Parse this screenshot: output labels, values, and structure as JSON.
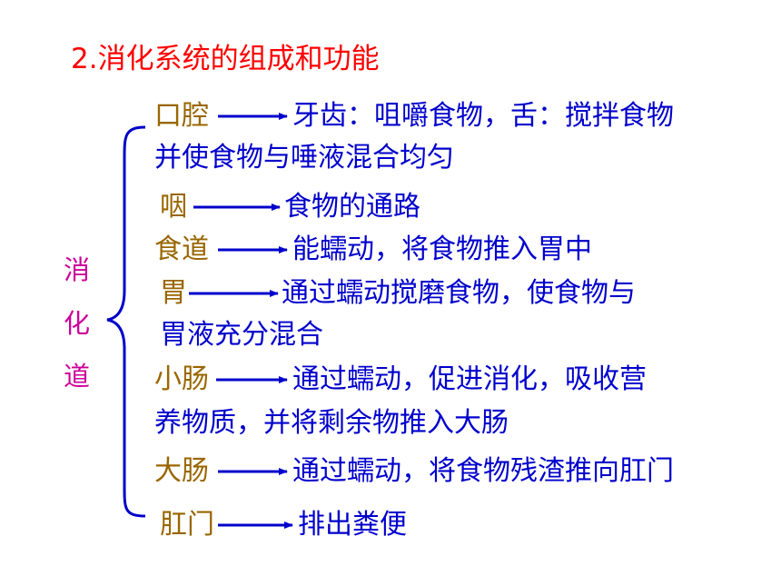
{
  "title": "2.消化系统的组成和功能",
  "side_label": [
    "消",
    "化",
    "道"
  ],
  "rows": [
    {
      "organ": "口腔",
      "desc_lines": [
        "牙齿：咀嚼食物，舌：搅拌食物",
        "并使食物与唾液混合均匀"
      ]
    },
    {
      "organ": "咽",
      "desc_lines": [
        "食物的通路"
      ]
    },
    {
      "organ": "食道",
      "desc_lines": [
        "能蠕动，将食物推入胃中"
      ]
    },
    {
      "organ": "胃",
      "desc_lines": [
        "通过蠕动搅磨食物，使食物与",
        "胃液充分混合"
      ]
    },
    {
      "organ": "小肠",
      "desc_lines": [
        "通过蠕动，促进消化，吸收营",
        "养物质，并将剩余物推入大肠"
      ]
    },
    {
      "organ": "大肠",
      "desc_lines": [
        "通过蠕动，将食物残渣推向肛门"
      ]
    },
    {
      "organ": "肛门",
      "desc_lines": [
        "排出粪便"
      ]
    }
  ],
  "colors": {
    "title": "#ff0000",
    "side_label": "#cc0099",
    "organ": "#996600",
    "desc": "#0000cc",
    "arrow": "#0000cc"
  }
}
